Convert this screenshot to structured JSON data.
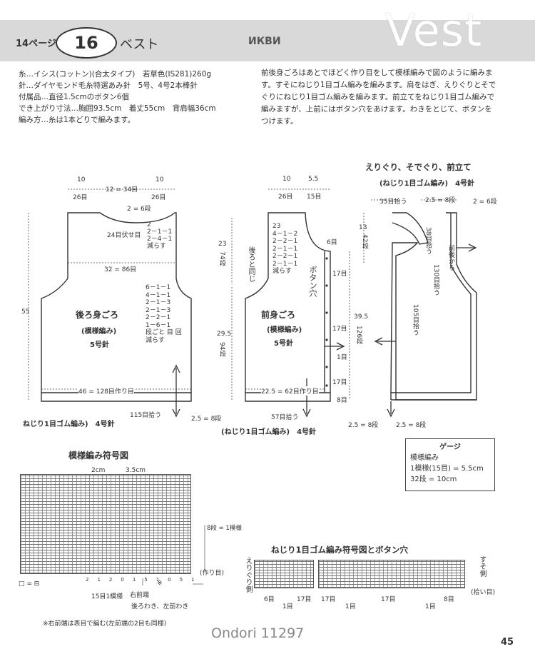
{
  "header": {
    "vest_title": "Vest",
    "page_ref": "14ページ",
    "pattern_number": "16",
    "pattern_name": "ベスト",
    "cyr_label": "ИКВИ"
  },
  "materials": {
    "yarn": "糸…イシス(コットン)(合太タイプ)　若草色(IS281)260g",
    "needles": "針…ダイヤモンド毛糸特選あみ針　5号、4号2本棒針",
    "notions": "付属品…直径1.5cmのボタン6個",
    "size": "でき上がり寸法…胸囲93.5cm　着丈55cm　背肩幅36cm",
    "method": "編み方…糸は1本どりで編みます。"
  },
  "instructions": "前後身ごろはあとでほどく作り目をして模様編みで図のように編みます。すそにねじり1目ゴム編みを編みます。肩をはぎ、えりぐりとそでぐりにねじり1目ゴム編みを編みます。前立てをねじり1目ゴム編みで編みますが、上前にはボタン穴をあけます。わきをとじて、ボタンをつけます。",
  "back": {
    "title": "後ろ身ごろ",
    "stitch": "(模様編み)",
    "needle": "5号針",
    "top_left": "10",
    "top_left_sts": "26目",
    "top_mid": "12 = 34目",
    "top_right": "10",
    "top_right_sts": "26目",
    "neck_rows": "2 = 6段",
    "neck_bind": "24目伏せ目",
    "neck_dec": [
      "2",
      "2－1－1",
      "2－4－1",
      "減らす"
    ],
    "chest": "32 = 86目",
    "armhole_dec": [
      "6－1－1",
      "4－1－1",
      "2－1－3",
      "2－1－3",
      "2－2－1",
      "1－6－1",
      "段ごと 目 回",
      "減らす"
    ],
    "height": "55",
    "hem": "46 = 128目作り目",
    "rib": "ねじり1目ゴム編み)　4号針",
    "pickup": "115目拾う",
    "rib_height": "2.5 = 8段"
  },
  "front": {
    "title": "前身ごろ",
    "stitch": "(模様編み)",
    "needle": "5号針",
    "shoulder": "10",
    "shoulder_sts": "26目",
    "neck_w": "5.5",
    "neck_sts": "15目",
    "armhole_h": "23",
    "armhole_rows": "74段",
    "armhole_dec": [
      "23",
      "4－1－2",
      "2－2－1",
      "2－1－1",
      "2－2－1",
      "2－1－1",
      "減らす"
    ],
    "same_as_back": "後ろと同じ",
    "buttonhole": "ボタン穴",
    "band_rows": "6目",
    "gaps": [
      "17目",
      "17目",
      "1目",
      "17目",
      "8目"
    ],
    "body_h": "29.5",
    "body_rows": "94段",
    "hem": "22.5 = 62目作り目",
    "pickup": "57目拾う",
    "rib": "(ねじり1目ゴム編み)　4号針",
    "rib_height": "2.5 = 8段",
    "total_h": "39.5",
    "total_rows": "126段"
  },
  "band": {
    "title": "えりぐり、そでぐり、前立て",
    "subtitle": "(ねじり1目ゴム編み)　4号針",
    "pick35": "35目拾う",
    "w": "2.5 = 8段",
    "rows2": "2 = 6段",
    "pick38": "38目拾う",
    "pick130": "130目拾う",
    "pick105": "105目拾う",
    "front_from": "前後から",
    "h13": "13",
    "rows42": "42段",
    "bottom": "2.5 = 8段"
  },
  "gauge": {
    "title": "ゲージ",
    "stitch": "模様編み",
    "line1": "1模様(15目) = 5.5cm",
    "line2": "32段 = 10cm"
  },
  "chart1": {
    "title": "模様編み符号図",
    "w1": "2cm",
    "w2": "3.5cm",
    "repeat_rows": "8段 = 1模様",
    "edge": "(作り目)",
    "legend": "□ = ⊟",
    "one_repeat": "15目1模様",
    "right_edge": "右前端",
    "note_dir": "後ろわき、左前わき",
    "star": "※",
    "note": "※右前端は表目で編む(左前端の2目も同様)",
    "ticks": [
      "21",
      "20",
      "15",
      "10",
      "5",
      "1"
    ]
  },
  "chart2": {
    "title": "ねじり1目ゴム編み符号図とボタン穴",
    "left_label": "えりぐり側",
    "right_label": "すそ側",
    "right_sub": "(拾い目)",
    "labels": [
      "6目",
      "1目",
      "17目",
      "17目",
      "1目",
      "17目",
      "1目",
      "8目"
    ]
  },
  "footer": {
    "watermark": "Ondori 11297",
    "page": "45"
  }
}
